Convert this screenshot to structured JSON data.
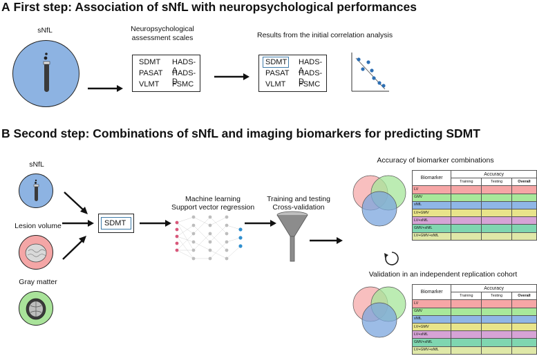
{
  "step_a": {
    "letter": "A",
    "title": "First step: Association of sNfL with neuropsychological performances",
    "snfl_label": "sNfL",
    "scales_label_line1": "Neuropsychological",
    "scales_label_line2": "assessment scales",
    "results_label": "Results from the initial correlation analysis",
    "scales": [
      "SDMT",
      "HADS-A",
      "PASAT",
      "HADS-D",
      "VLMT",
      "FSMC"
    ]
  },
  "step_b": {
    "letter": "B",
    "title": "Second step: Combinations of sNfL and imaging biomarkers for predicting SDMT",
    "inputs": [
      "sNfL",
      "Lesion volume",
      "Gray matter"
    ],
    "target": "SDMT",
    "ml_line1": "Machine learning",
    "ml_line2": "Support vector regression",
    "train_line1": "Training and testing",
    "train_line2": "Cross-validation",
    "accuracy_title": "Accuracy of biomarker combinations",
    "validation_title": "Validation in an independent replication cohort",
    "table": {
      "col_biomarker": "Biomarker",
      "col_accuracy": "Accuracy",
      "sub_cols": [
        "Training",
        "Testing",
        "Overall"
      ],
      "rows": [
        "LV",
        "GMV",
        "sNfL",
        "LV+GMV",
        "LV+sNfL",
        "GMV+sNfL",
        "LV+GMV+sNfL"
      ],
      "row_colors": [
        "#f6a6a6",
        "#a8e89a",
        "#8fb6e6",
        "#e8e48a",
        "#d6a3d6",
        "#7fd6b0",
        "#dfe8a8"
      ]
    }
  },
  "colors": {
    "snfl_circle": "#8db3e2",
    "lesion_circle": "#f4a6a6",
    "gray_circle": "#a9e39a",
    "venn_red": "#f6a9a9",
    "venn_green": "#a6e69a",
    "venn_blue": "#7ba5de",
    "sdmt_highlight": "#3d7aa8",
    "scatter_dot": "#2e6fb3"
  }
}
